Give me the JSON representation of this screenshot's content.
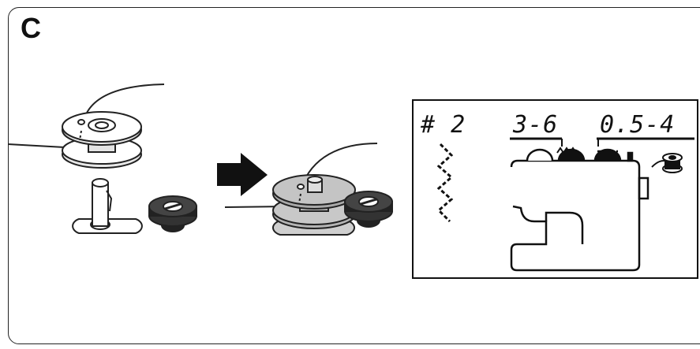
{
  "panel": {
    "letter": "C"
  },
  "lcd": {
    "pattern_no": "# 2",
    "stitch_width": "3-6",
    "stitch_length": "0.5-4"
  },
  "icons": [
    "bobbin-on-spindle-icon",
    "arrow-right-icon",
    "bobbin-winder-icon",
    "zigzag-stitch-icon",
    "sewing-machine-icon",
    "bobbin-winding-icon"
  ]
}
